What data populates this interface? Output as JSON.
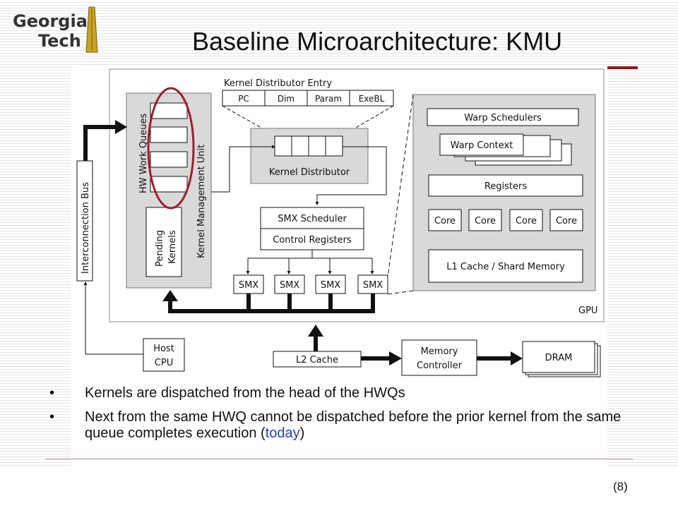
{
  "slide": {
    "title": "Baseline Microarchitecture: KMU",
    "logo_line1": "Georgia",
    "logo_line2": "Tech",
    "page_number": "(8)"
  },
  "diagram": {
    "kde_title": "Kernel Distributor Entry",
    "kde_fields": [
      "PC",
      "Dim",
      "Param",
      "ExeBL"
    ],
    "warp_schedulers": "Warp Schedulers",
    "warp_context": "Warp Context",
    "registers": "Registers",
    "cores": [
      "Core",
      "Core",
      "Core",
      "Core"
    ],
    "l1_cache": "L1 Cache / Shard Memory",
    "hw_work_queues": "HW Work Queues",
    "kernel_management_unit": "Kernel Management Unit",
    "pending_kernels_line1": "Pending",
    "pending_kernels_line2": "Kernels",
    "kernel_distributor": "Kernel Distributor",
    "smx_scheduler": "SMX Scheduler",
    "control_registers": "Control Registers",
    "smx_units": [
      "SMX",
      "SMX",
      "SMX",
      "SMX"
    ],
    "gpu_label": "GPU",
    "interconnection_bus": "Interconnection Bus",
    "host_cpu_line1": "Host",
    "host_cpu_line2": "CPU",
    "l2_cache": "L2 Cache",
    "memory_controller_line1": "Memory",
    "memory_controller_line2": "Controller",
    "dram": "DRAM"
  },
  "bullets": {
    "b1": "Kernels are dispatched from the head of the HWQs",
    "b2_main": "Next from the same HWQ cannot be dispatched before the prior kernel from the same queue completes execution (",
    "b2_highlight": "today",
    "b2_end": ")"
  },
  "colors": {
    "highlight_ellipse": "#a11d2c",
    "highlight_text": "#1f3fbf",
    "block_fill": "#d9d9d9"
  }
}
